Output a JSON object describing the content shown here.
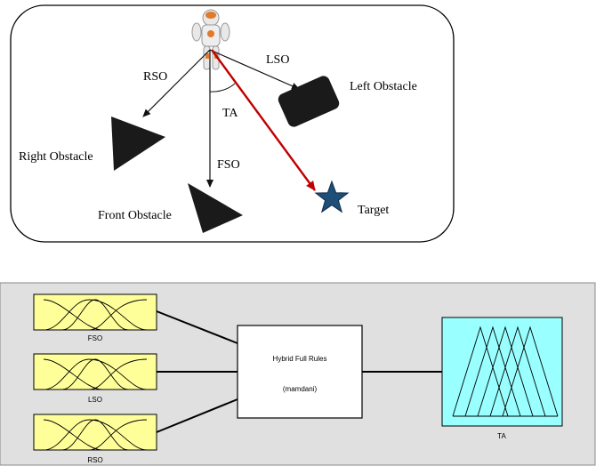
{
  "top_diagram": {
    "labels": {
      "rso": "RSO",
      "lso": "LSO",
      "fso": "FSO",
      "ta": "TA",
      "right_obstacle": "Right Obstacle",
      "left_obstacle": "Left Obstacle",
      "front_obstacle": "Front Obstacle",
      "target": "Target"
    },
    "colors": {
      "target_arrow": "#c00000",
      "target_star": "#1f4e79",
      "obstacle": "#1a1a1a"
    }
  },
  "fis_diagram": {
    "inputs": [
      "FSO",
      "LSO",
      "RSO"
    ],
    "rule_block": {
      "title": "Hybrid Full Rules",
      "subtitle": "(mamdani)"
    },
    "output": "TA",
    "colors": {
      "panel_bg": "#e0e0e0",
      "input_fill": "#ffff99",
      "output_fill": "#99ffff"
    }
  }
}
